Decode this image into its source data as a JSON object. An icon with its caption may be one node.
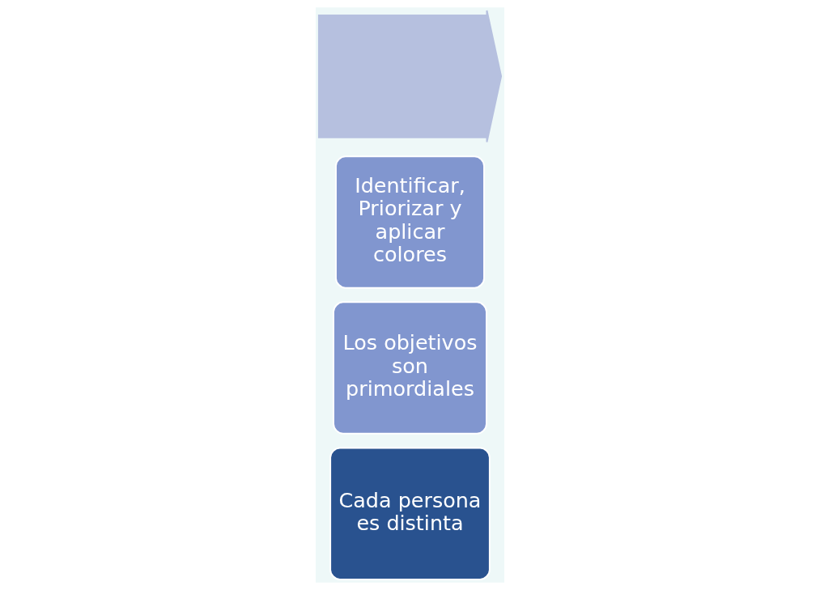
{
  "diagram": {
    "nodes": [
      {
        "text": [],
        "shape": "arrow"
      },
      {
        "text": [
          "Cada persona es distinta"
        ]
      },
      {
        "text": [
          "Los objetivos son primordiales"
        ]
      },
      {
        "text": [
          "Identificar, Priorizar y aplicar colores"
        ]
      }
    ]
  }
}
